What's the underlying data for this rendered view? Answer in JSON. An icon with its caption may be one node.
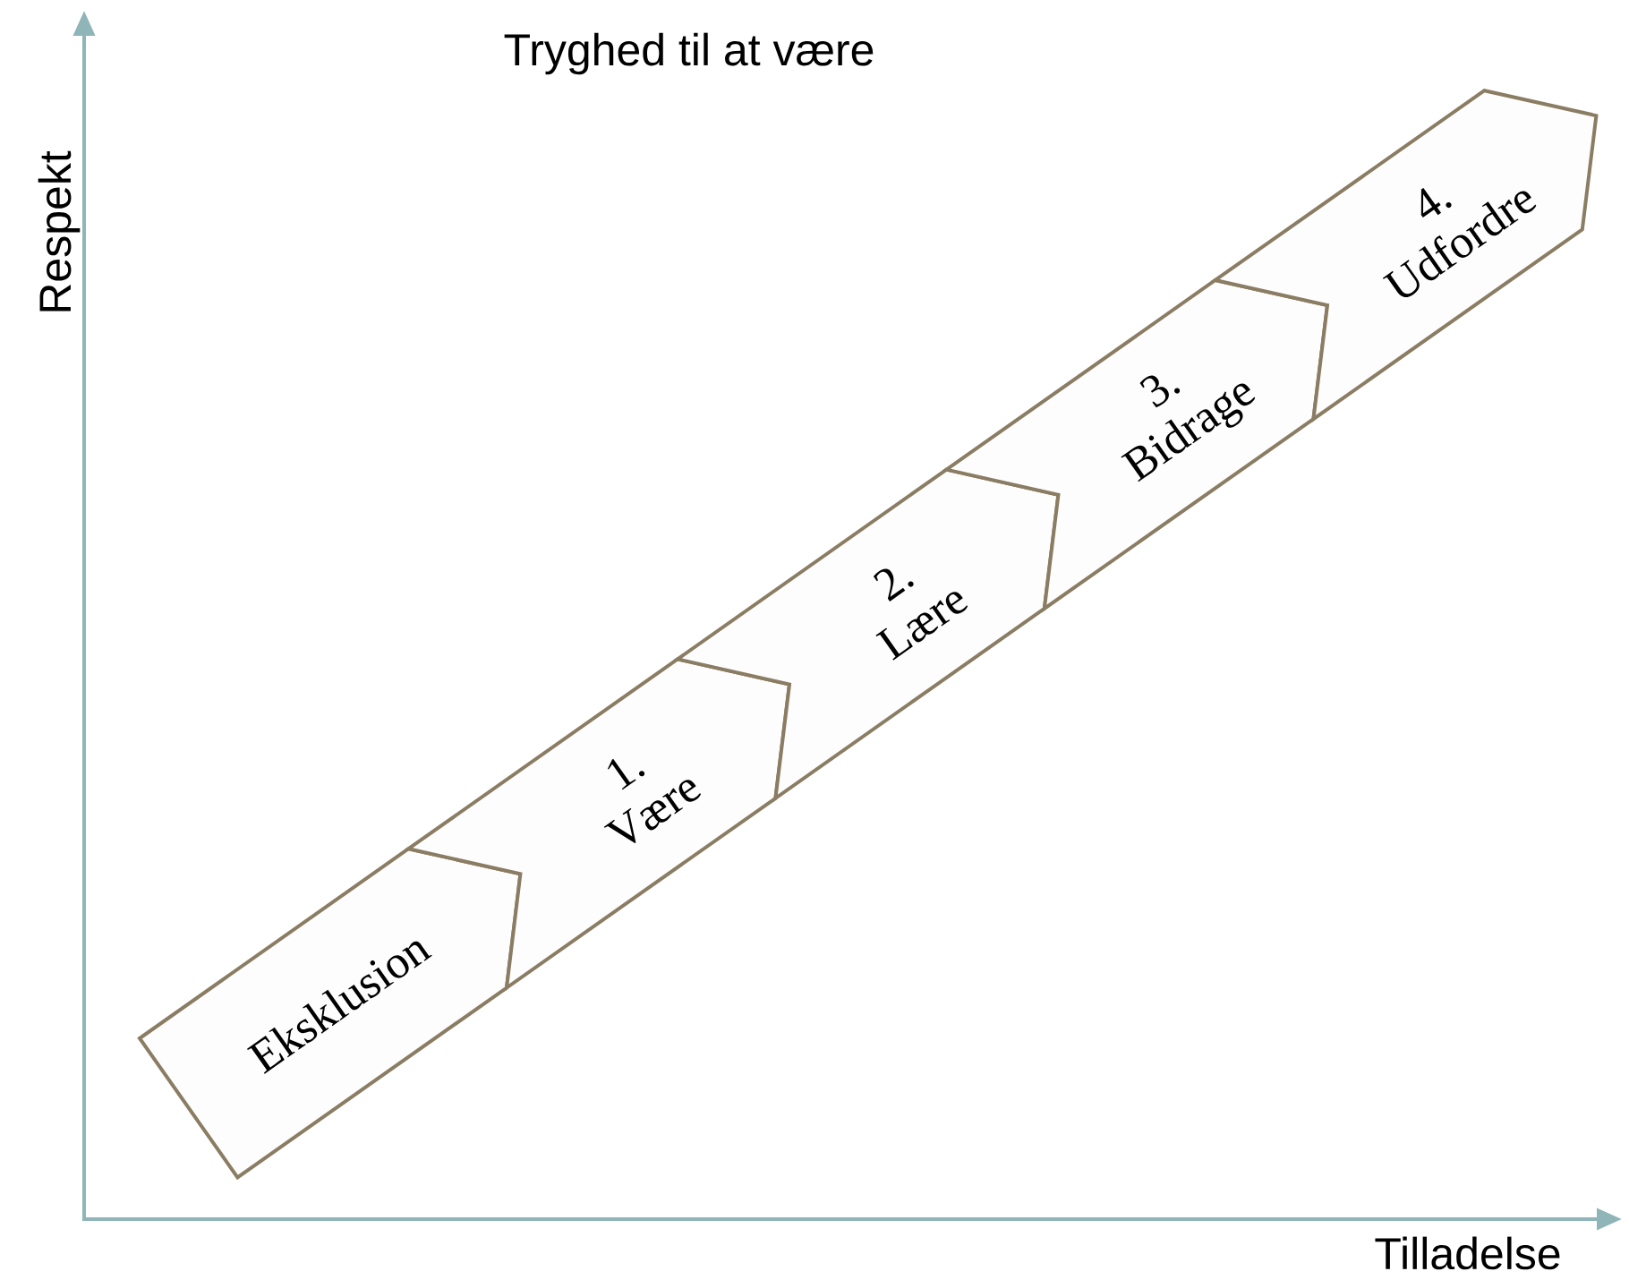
{
  "diagram": {
    "nodes": [
      {
        "text": [
          "Eksklusion"
        ]
      },
      {
        "text": [
          "1.",
          "Være"
        ]
      },
      {
        "text": [
          "2.",
          "Lære"
        ]
      },
      {
        "text": [
          "3.",
          "Bidrage"
        ]
      },
      {
        "text": [
          "4.",
          "Udfordre"
        ]
      }
    ],
    "labels": [
      "Tryghed til at være",
      "Respekt",
      "Tilladelse"
    ]
  }
}
